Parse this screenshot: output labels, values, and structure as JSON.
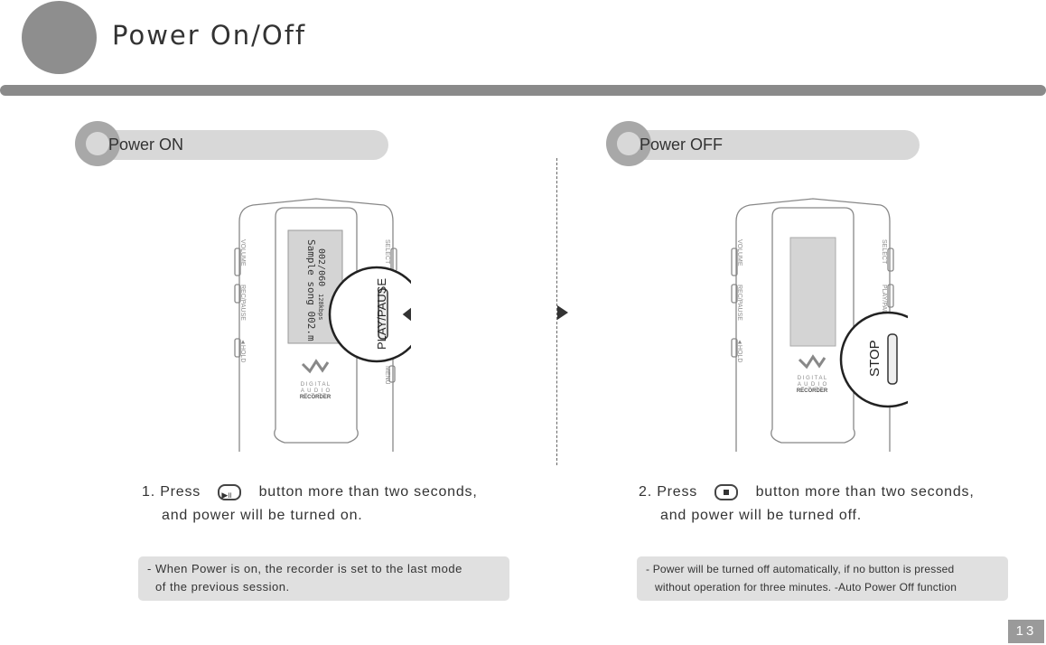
{
  "header": {
    "title": "Power On/Off"
  },
  "sections": {
    "on": {
      "label": "Power ON",
      "instruction_line1_pre": "1. Press",
      "instruction_line1_post": "button   more than two seconds,",
      "instruction_line2": "and power will be turned on.",
      "note_line1": "- When Power is on, the recorder is set to the last mode",
      "note_line2": "of the previous session.",
      "callout": "PLAY/PAUSE",
      "screen": {
        "track": "002/060",
        "bitrate": "128kbps",
        "song": "Sample song 002.m"
      }
    },
    "off": {
      "label": "Power OFF",
      "instruction_line1_pre": "2. Press",
      "instruction_line1_post": "button   more than two seconds,",
      "instruction_line2": "and power will be turned off.",
      "note_line1": "- Power will be turned off automatically, if no button is pressed",
      "note_line2": "without operation for three minutes.  -Auto Power Off function",
      "callout": "STOP"
    }
  },
  "device": {
    "side_left": [
      "VOLUME",
      "REC/PAUSE",
      "◄HOLD"
    ],
    "side_right": [
      "SELECT",
      "PLAY/PAUSE",
      "MENU"
    ],
    "logo_line1": "D I G I T A L",
    "logo_line2": "A_U_D_I_O",
    "logo_line3": "RECORDER"
  },
  "page_number": "13"
}
